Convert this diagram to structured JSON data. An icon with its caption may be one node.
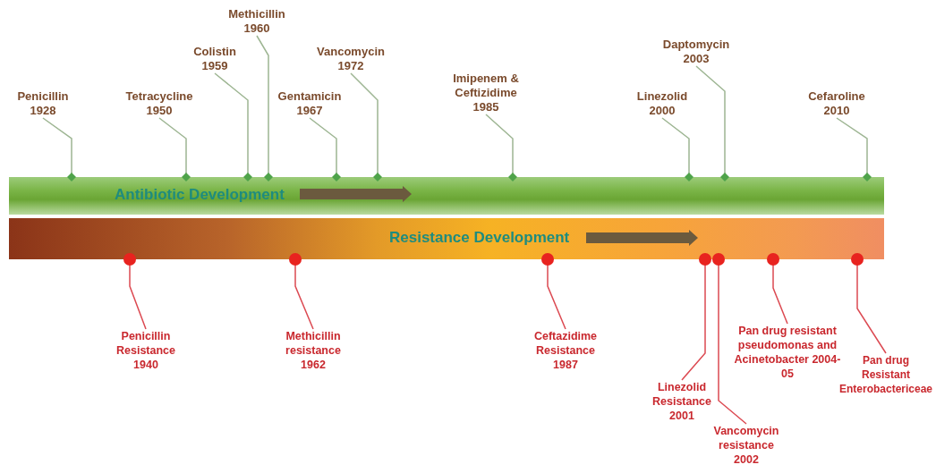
{
  "diagram": {
    "nodes": [
      {
        "text": [
          "Antibiotic Development"
        ]
      },
      {
        "text": [
          "Resistance Development"
        ]
      },
      {
        "text": [
          "Penicillin 1928"
        ]
      },
      {
        "text": [
          "Tetracycline 1950"
        ]
      },
      {
        "text": [
          "Colistin 1959"
        ]
      },
      {
        "text": [
          "Methicillin 1960"
        ]
      },
      {
        "text": [
          "Gentamicin 1967"
        ]
      },
      {
        "text": [
          "Vancomycin 1972"
        ]
      },
      {
        "text": [
          "Imipenem & Ceftizidime 1985"
        ]
      },
      {
        "text": [
          "Linezolid 2000"
        ]
      },
      {
        "text": [
          "Daptomycin 2003"
        ]
      },
      {
        "text": [
          "Cefaroline 2010"
        ]
      },
      {
        "text": [
          "Penicillin Resistance 1940"
        ]
      },
      {
        "text": [
          "Methicillin resistance 1962"
        ]
      },
      {
        "text": [
          "Ceftazidime Resistance 1987"
        ]
      },
      {
        "text": [
          "Linezolid Resistance 2001"
        ]
      },
      {
        "text": [
          "Vancomycin resistance 2002"
        ]
      },
      {
        "text": [
          "Pan drug resistant pseudomonas and Acinetobacter 2004-05"
        ]
      },
      {
        "text": [
          "Pan drug Resistant Enterobactericeae"
        ]
      }
    ],
    "edges": [
      {
        "from": 2,
        "to": 0,
        "arrow": "other"
      },
      {
        "from": 3,
        "to": 0,
        "arrow": "other"
      },
      {
        "from": 4,
        "to": 0,
        "arrow": "other"
      },
      {
        "from": 5,
        "to": 0,
        "arrow": "other"
      },
      {
        "from": 6,
        "to": 0,
        "arrow": "other"
      },
      {
        "from": 7,
        "to": 0,
        "arrow": "other"
      },
      {
        "from": 8,
        "to": 0,
        "arrow": "other"
      },
      {
        "from": 9,
        "to": 0,
        "arrow": "other"
      },
      {
        "from": 10,
        "to": 0,
        "arrow": "other"
      },
      {
        "from": 11,
        "to": 0,
        "arrow": "other"
      },
      {
        "from": 12,
        "to": 1,
        "arrow": "other",
        "color": "#dc4a52"
      },
      {
        "from": 13,
        "to": 1,
        "arrow": "other",
        "color": "#dc4a52"
      },
      {
        "from": 14,
        "to": 1,
        "arrow": "other",
        "color": "#dc4a52"
      },
      {
        "from": 15,
        "to": 1,
        "arrow": "other",
        "color": "#dc4a52"
      },
      {
        "from": 16,
        "to": 1,
        "arrow": "other",
        "color": "#dc4a52"
      },
      {
        "from": 17,
        "to": 1,
        "arrow": "other",
        "color": "#dc4a52"
      },
      {
        "from": 18,
        "to": 1,
        "arrow": "other",
        "color": "#dc4a52"
      }
    ]
  }
}
